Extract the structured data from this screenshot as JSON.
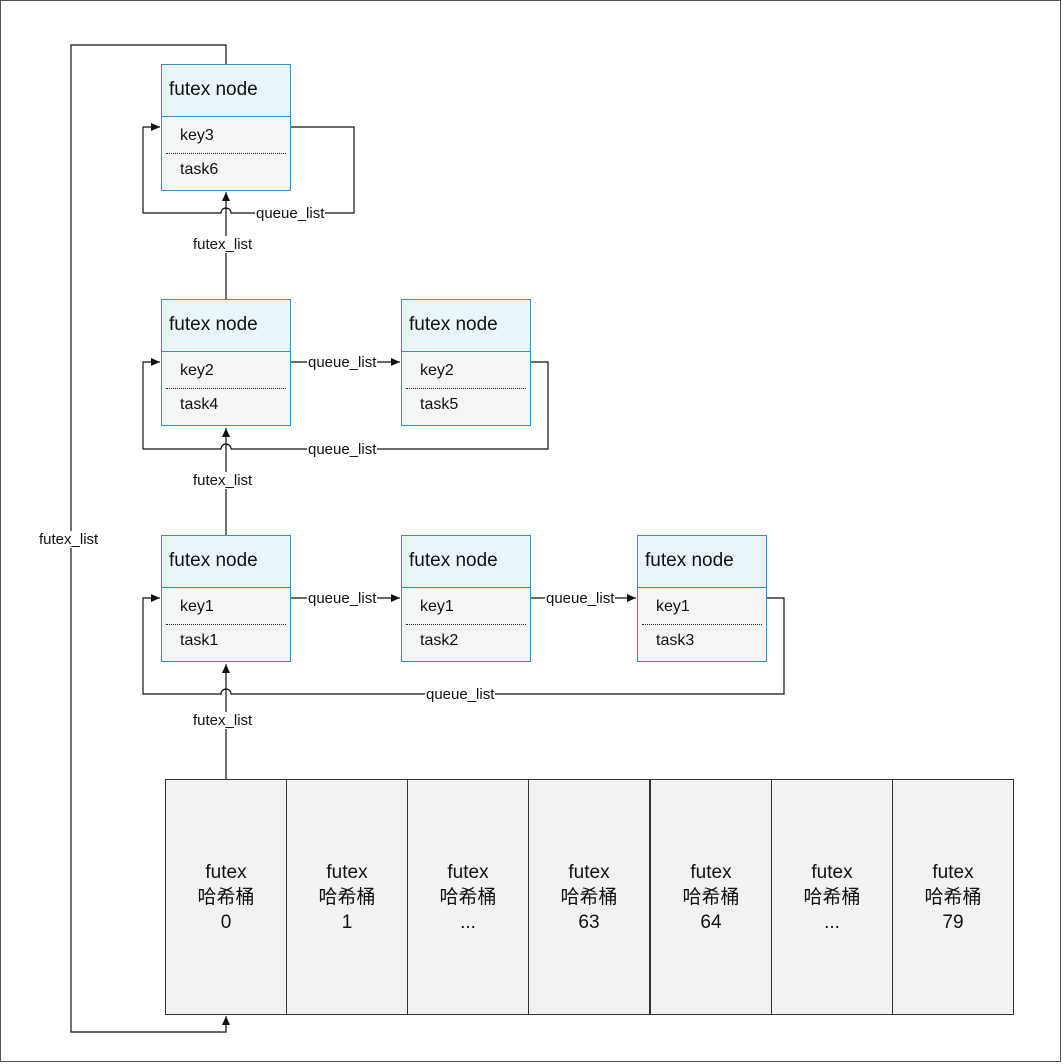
{
  "node_title": "futex node",
  "nodes": [
    {
      "key": "key3",
      "task": "task6"
    },
    {
      "key": "key2",
      "task": "task4"
    },
    {
      "key": "key2",
      "task": "task5"
    },
    {
      "key": "key1",
      "task": "task1"
    },
    {
      "key": "key1",
      "task": "task2"
    },
    {
      "key": "key1",
      "task": "task3"
    }
  ],
  "buckets": [
    {
      "line1": "futex",
      "line2": "哈希桶",
      "line3": "0"
    },
    {
      "line1": "futex",
      "line2": "哈希桶",
      "line3": "1"
    },
    {
      "line1": "futex",
      "line2": "哈希桶",
      "line3": "..."
    },
    {
      "line1": "futex",
      "line2": "哈希桶",
      "line3": "63"
    },
    {
      "line1": "futex",
      "line2": "哈希桶",
      "line3": "64"
    },
    {
      "line1": "futex",
      "line2": "哈希桶",
      "line3": "..."
    },
    {
      "line1": "futex",
      "line2": "哈希桶",
      "line3": "79"
    }
  ],
  "labels": {
    "futex_list": "futex_list",
    "queue_list": "queue_list"
  }
}
